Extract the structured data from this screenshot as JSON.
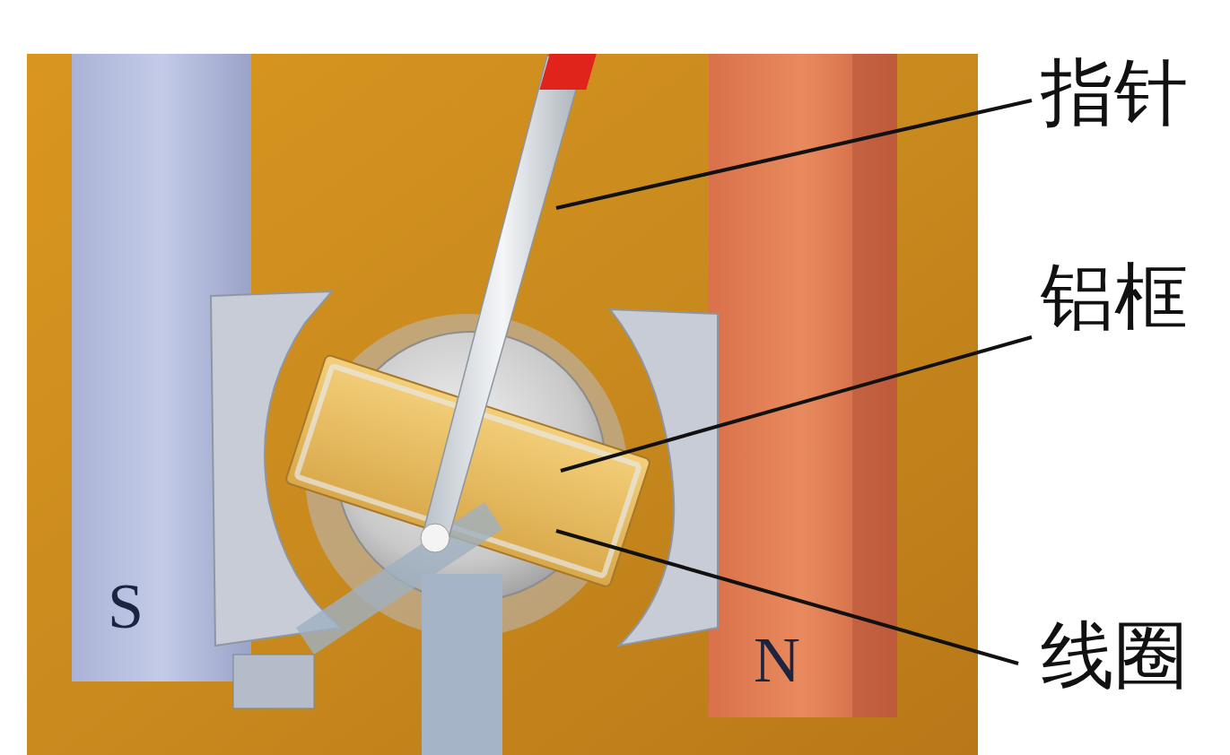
{
  "diagram": {
    "labels": [
      "S",
      "N",
      "指针",
      "铝框",
      "线圈"
    ]
  }
}
